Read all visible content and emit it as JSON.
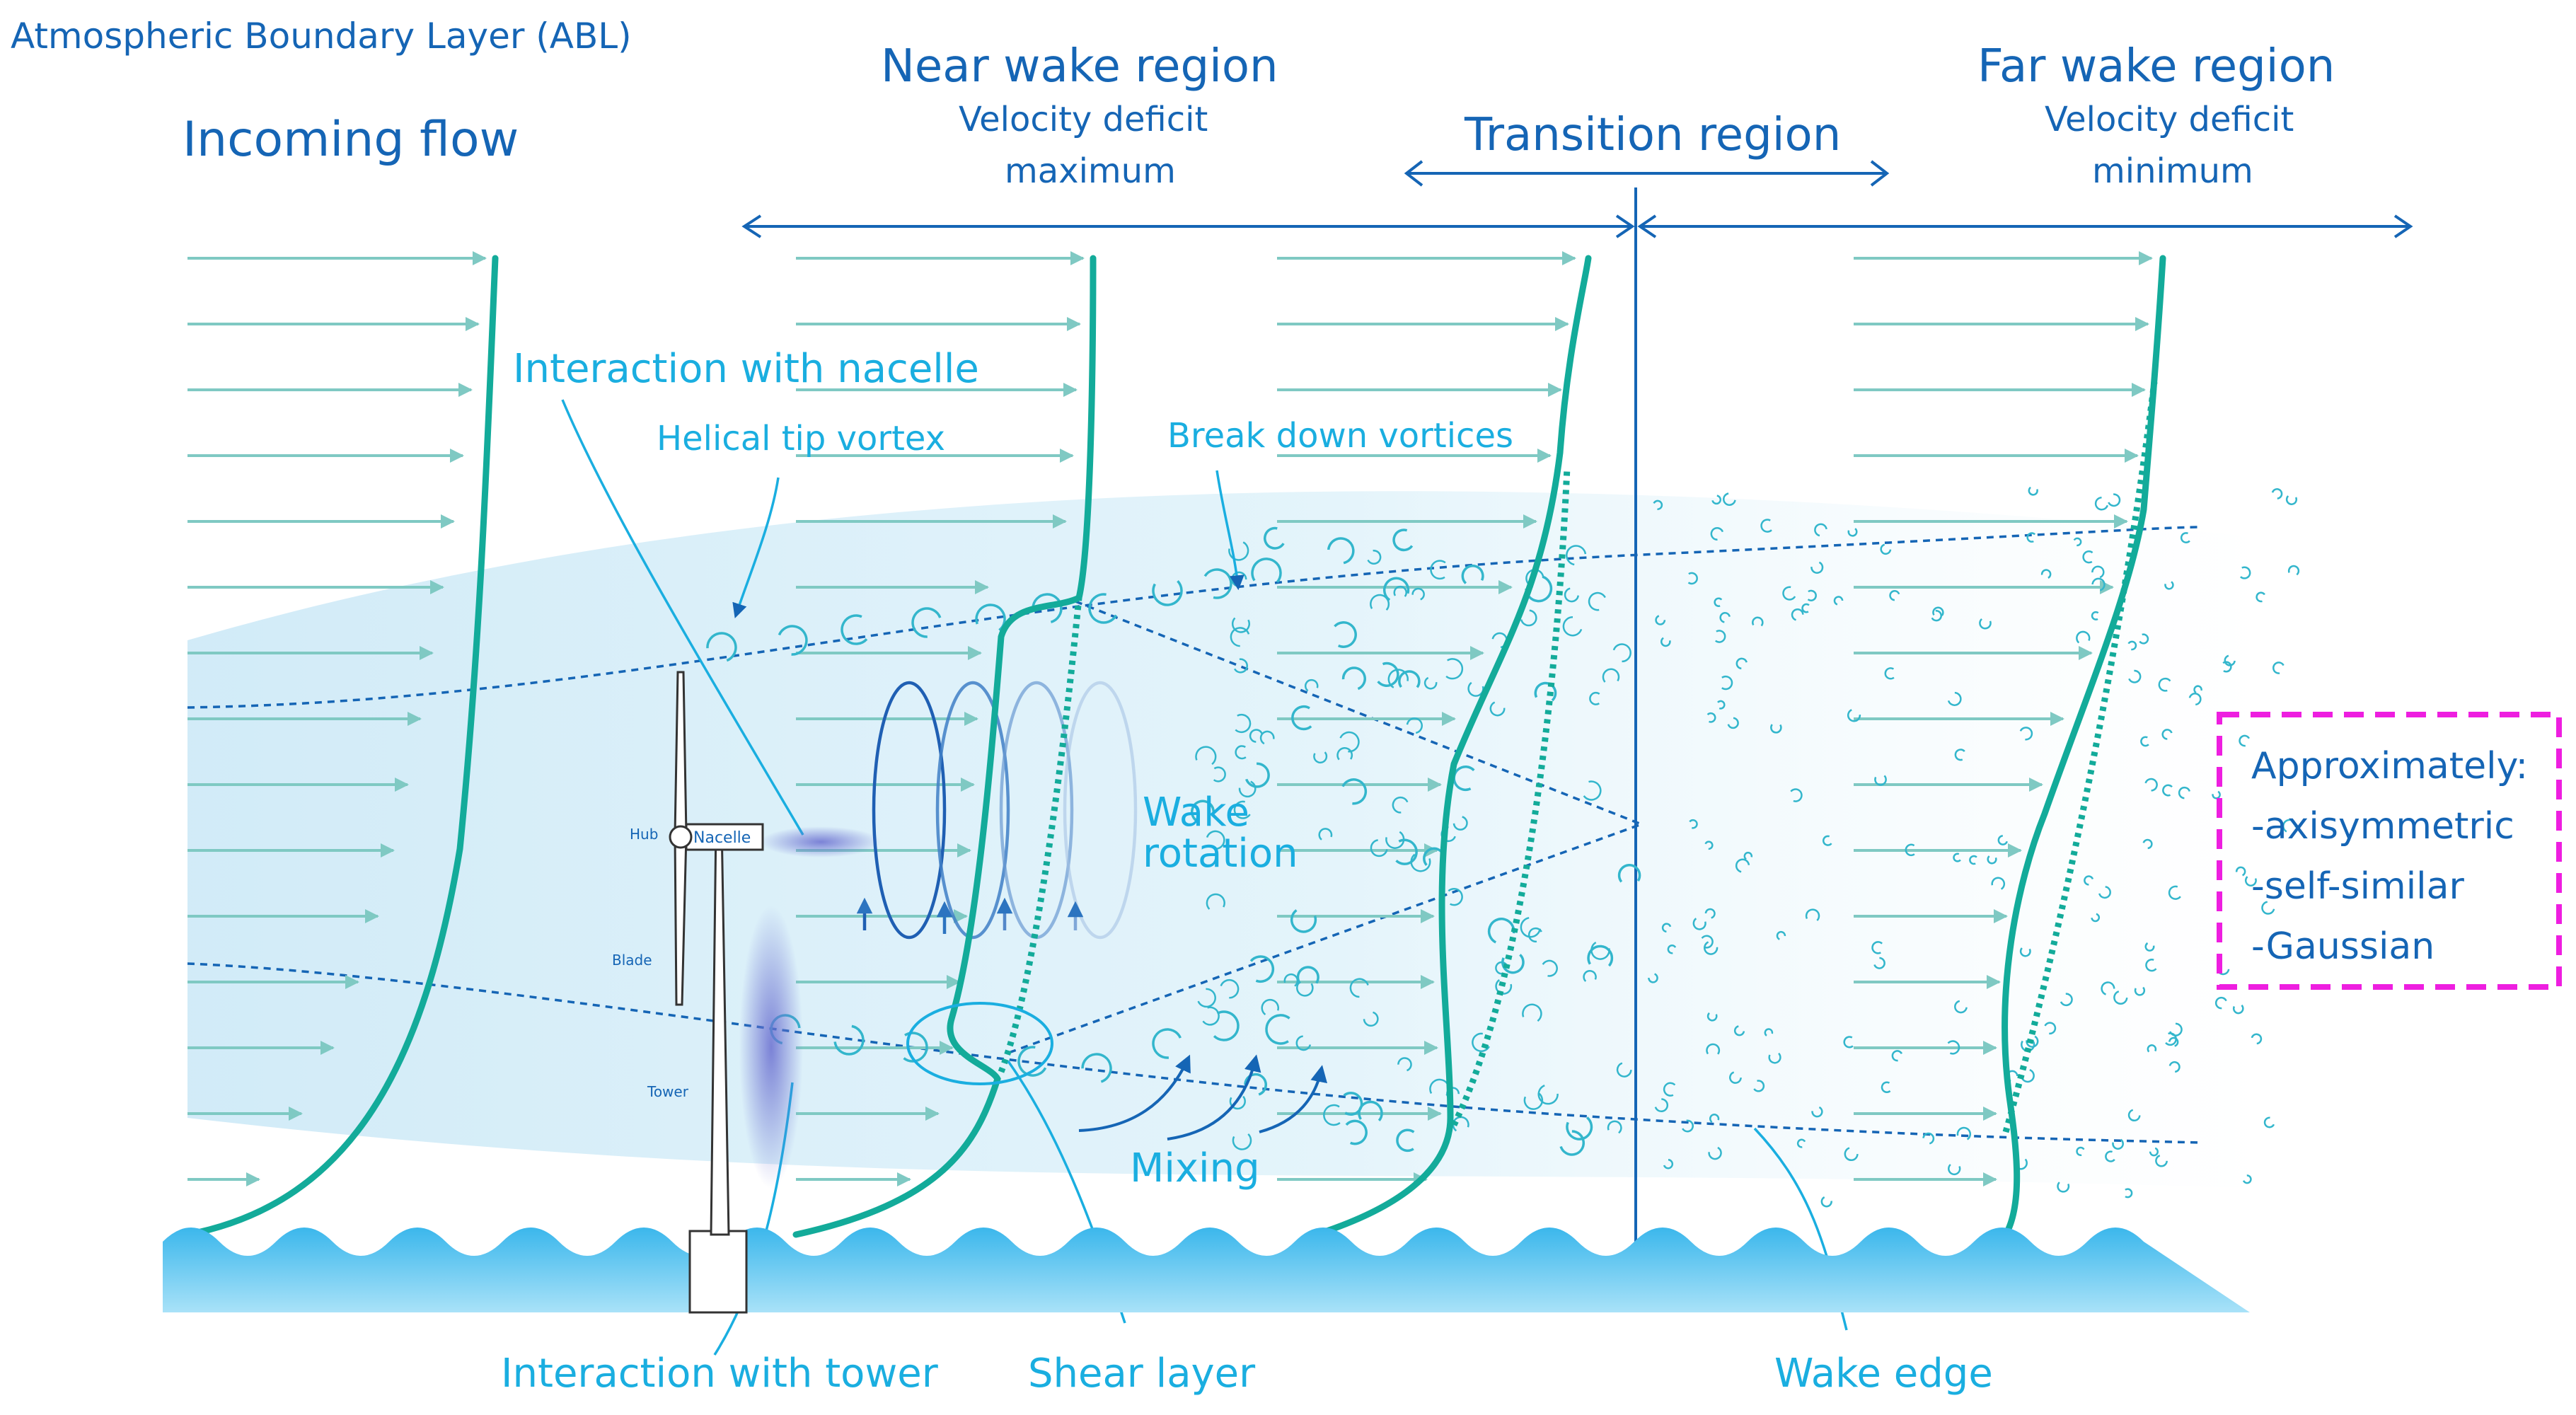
{
  "title": "Atmospheric Boundary Layer (ABL)",
  "regions": {
    "incoming": "Incoming flow",
    "near_title": "Near wake region",
    "near_sub1": "Velocity deficit",
    "near_sub2": "maximum",
    "transition": "Transition region",
    "far_title": "Far wake region",
    "far_sub1": "Velocity deficit",
    "far_sub2": "minimum"
  },
  "labels": {
    "nacelle_interaction": "Interaction with nacelle",
    "helical_tip": "Helical tip vortex",
    "breakdown": "Break down vortices",
    "wake_rotation_1": "Wake",
    "wake_rotation_2": "rotation",
    "mixing": "Mixing",
    "tower_interaction": "Interaction with tower",
    "shear_layer": "Shear layer",
    "wake_edge": "Wake edge"
  },
  "turbine": {
    "hub": "Hub",
    "nacelle": "Nacelle",
    "blade": "Blade",
    "tower": "Tower"
  },
  "farwake_note": {
    "line1": "Approximately:",
    "line2": "-axisymmetric",
    "line3": "-self-similar",
    "line4": "-Gaussian"
  },
  "colors": {
    "profile": "#13ab9a",
    "arrow": "#7fc9c3",
    "dark_text": "#1565b5",
    "light_text": "#1aaee0",
    "wake": "#dff1fa",
    "note_border": "#ee1ee0",
    "sea": "#4fc1ee"
  }
}
